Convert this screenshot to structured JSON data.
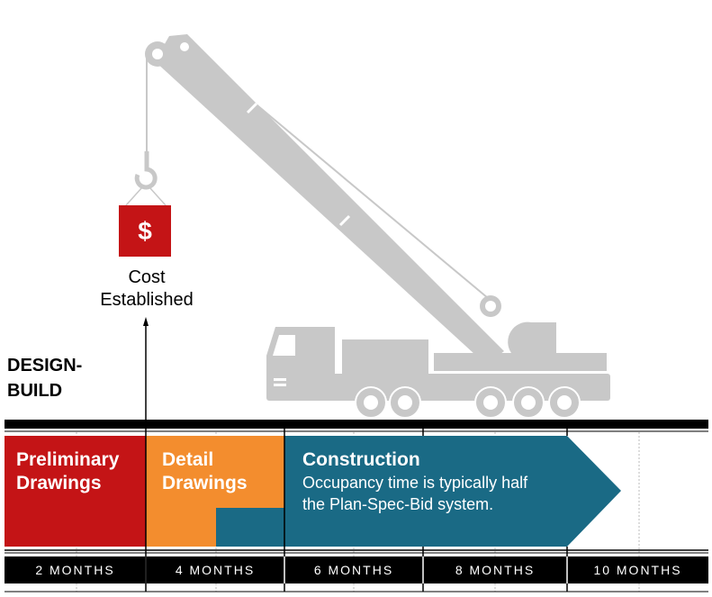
{
  "label": {
    "line1": "DESIGN-",
    "line2": "BUILD"
  },
  "cost_marker": {
    "symbol": "$",
    "line1": "Cost",
    "line2": "Established"
  },
  "phases": [
    {
      "title": "Preliminary",
      "title2": "Drawings",
      "color": "#c41416"
    },
    {
      "title": "Detail",
      "title2": "Drawings",
      "color": "#f38d2e"
    },
    {
      "title": "Construction",
      "desc1": "Occupancy time is typically half",
      "desc2": "the Plan-Spec-Bid system.",
      "color": "#1a6a85"
    }
  ],
  "months": [
    "2 MONTHS",
    "4 MONTHS",
    "6 MONTHS",
    "8 MONTHS",
    "10 MONTHS"
  ],
  "colors": {
    "crane": "#c8c8c8",
    "ink": "#000000"
  }
}
